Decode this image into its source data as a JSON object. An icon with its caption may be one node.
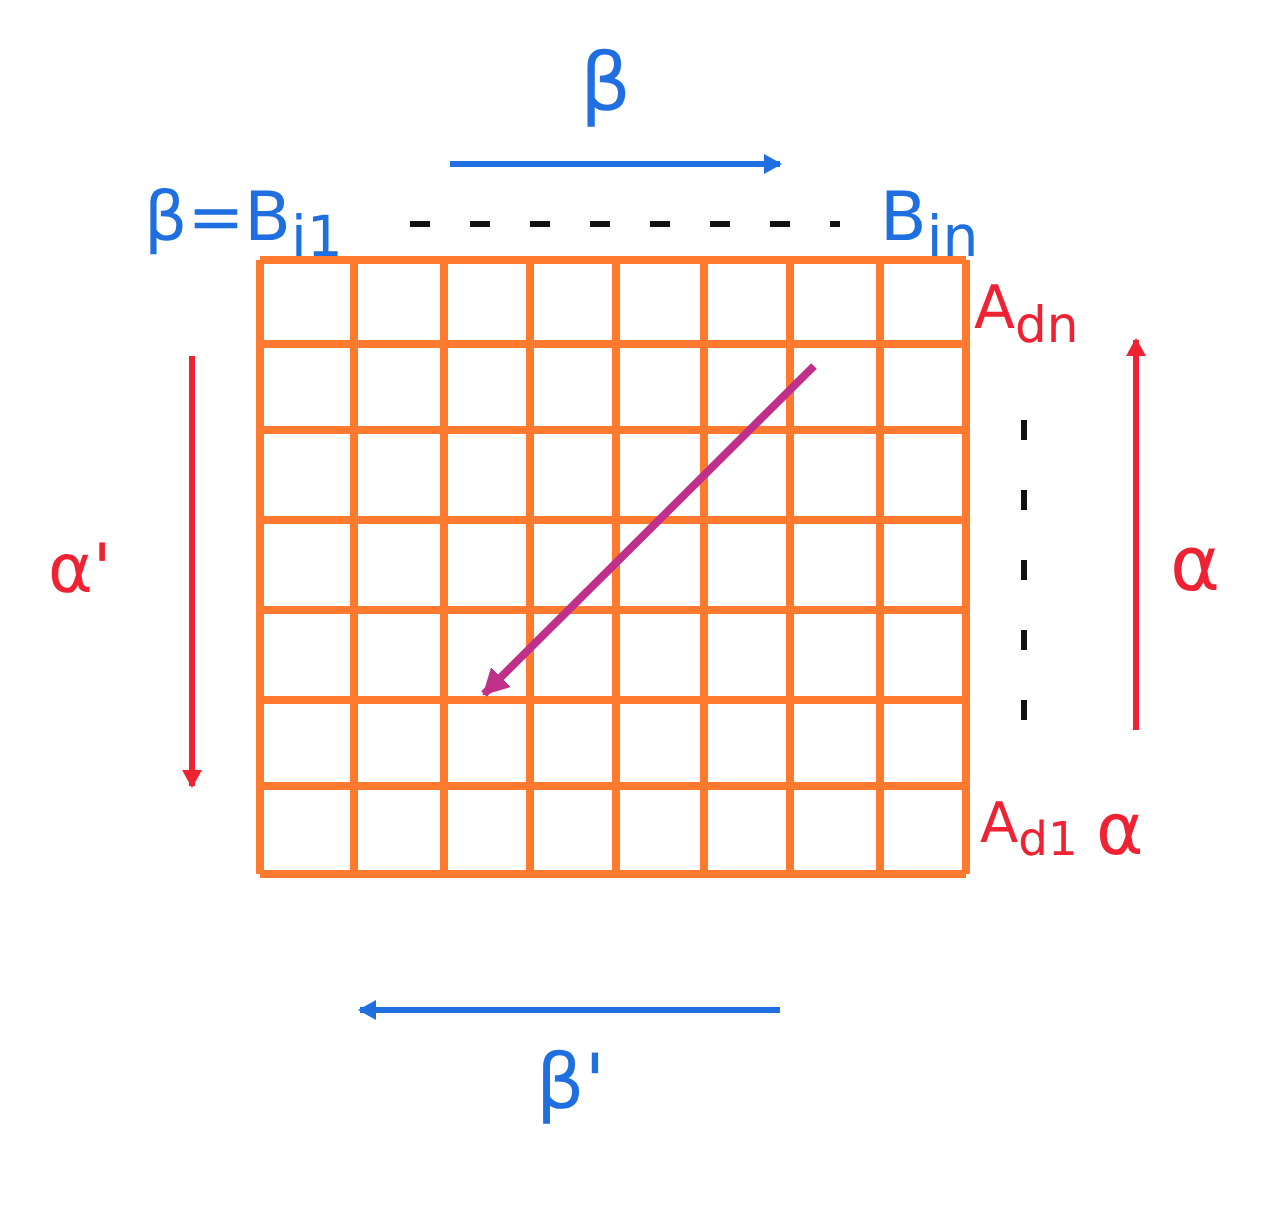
{
  "diagram": {
    "labels": [
      "β",
      "β=B$_{i1}$",
      "B$_{in}$",
      "A$_{dn}$",
      "α'",
      "α",
      "A$_{d1}$",
      "α",
      "β'"
    ]
  }
}
